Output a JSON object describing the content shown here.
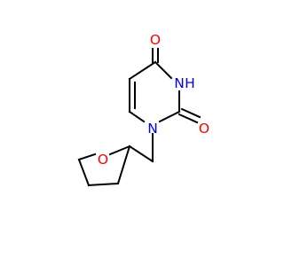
{
  "diagram": {
    "type": "chemical-structure",
    "atoms": {
      "o_top": {
        "label": "O",
        "color": "#ff0000"
      },
      "n_3": {
        "label": "N",
        "color": "#0000ff"
      },
      "h_3": {
        "label": "H",
        "color": "#0000ff"
      },
      "o_right": {
        "label": "O",
        "color": "#ff0000"
      },
      "n_1": {
        "label": "N",
        "color": "#0000ff"
      },
      "o_ring": {
        "label": "O",
        "color": "#ff0000"
      }
    },
    "bond_color": "#000000"
  }
}
